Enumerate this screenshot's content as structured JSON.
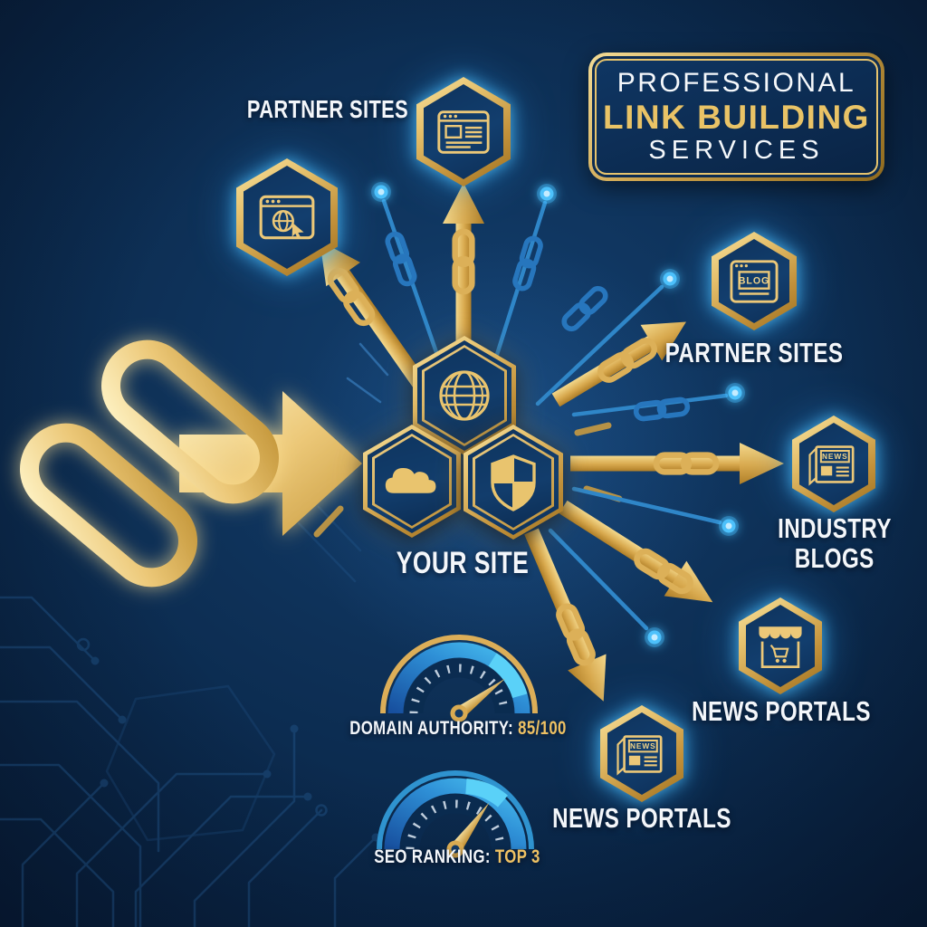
{
  "badge": {
    "line1": "PROFESSIONAL",
    "line2": "LINK BUILDING",
    "line3": "SERVICES"
  },
  "center_site": {
    "label": "YOUR SITE",
    "icons": [
      "globe-icon",
      "cloud-icon",
      "shield-icon"
    ]
  },
  "nodes": {
    "partner_sites_top": {
      "label": "PARTNER SITES",
      "icons": [
        "browser-globe-icon",
        "browser-window-icon"
      ]
    },
    "partner_sites_right": {
      "label": "PARTNER SITES",
      "badge_text": "BLOG",
      "icon": "blog-icon"
    },
    "industry_blogs": {
      "label_line1": "INDUSTRY",
      "label_line2": "BLOGS",
      "badge_text": "NEWS",
      "icon": "newspaper-icon"
    },
    "news_portals_right": {
      "label": "NEWS PORTALS",
      "icon": "storefront-icon"
    },
    "news_portals_bottom": {
      "label": "NEWS PORTALS",
      "badge_text": "NEWS",
      "icon": "newspaper-icon"
    }
  },
  "gauges": {
    "domain_authority": {
      "label": "DOMAIN AUTHORITY:",
      "value": "85/100"
    },
    "seo_ranking": {
      "label": "SEO RANKING:",
      "value": "TOP 3"
    }
  },
  "colors": {
    "background_navy": "#0e3158",
    "deep_navy": "#081e3c",
    "gold": "#e2b45c",
    "gold_light": "#f7dd96",
    "gold_text": "#e9c366",
    "cyan_glow": "#4cc2ff",
    "chain_blue": "#2b7fc4",
    "white": "#f3f6fa"
  }
}
